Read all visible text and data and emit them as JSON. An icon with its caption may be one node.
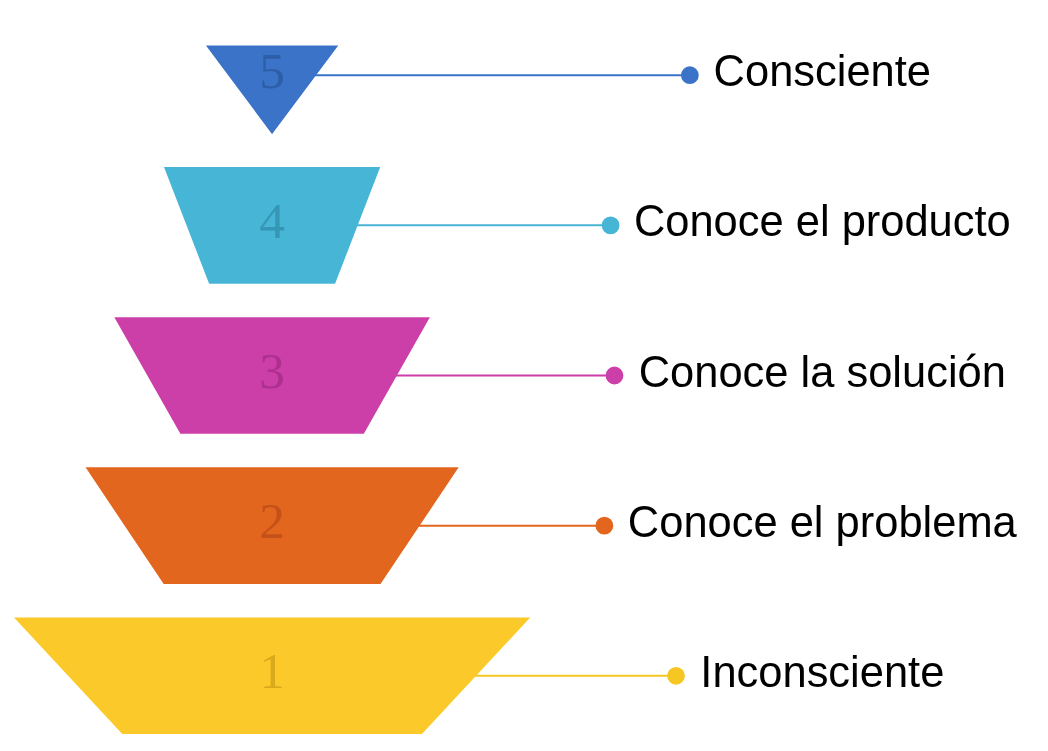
{
  "diagram": {
    "nodes": [
      {
        "text": [
          "1"
        ]
      },
      {
        "text": [
          "2"
        ]
      },
      {
        "text": [
          "3"
        ]
      },
      {
        "text": [
          "4"
        ]
      },
      {
        "text": [
          "5"
        ]
      },
      {
        "text": [
          "Inconsciente"
        ]
      },
      {
        "text": [
          "Conoce el problema"
        ]
      },
      {
        "text": [
          "Conoce la solución"
        ]
      },
      {
        "text": [
          "Conoce el producto"
        ]
      },
      {
        "text": [
          "Consciente"
        ]
      }
    ],
    "edges": [
      {
        "from": 5,
        "to": 0,
        "arrow": "other",
        "color": "#f6c623"
      },
      {
        "from": 6,
        "to": 1,
        "arrow": "other",
        "color": "#e3661e"
      },
      {
        "from": 7,
        "to": 2,
        "arrow": "other",
        "color": "#cc3fa8"
      },
      {
        "from": 8,
        "to": 3,
        "arrow": "other",
        "color": "#47b5d6"
      },
      {
        "from": 9,
        "to": 4,
        "arrow": "other",
        "color": "#3a73c8"
      }
    ]
  }
}
